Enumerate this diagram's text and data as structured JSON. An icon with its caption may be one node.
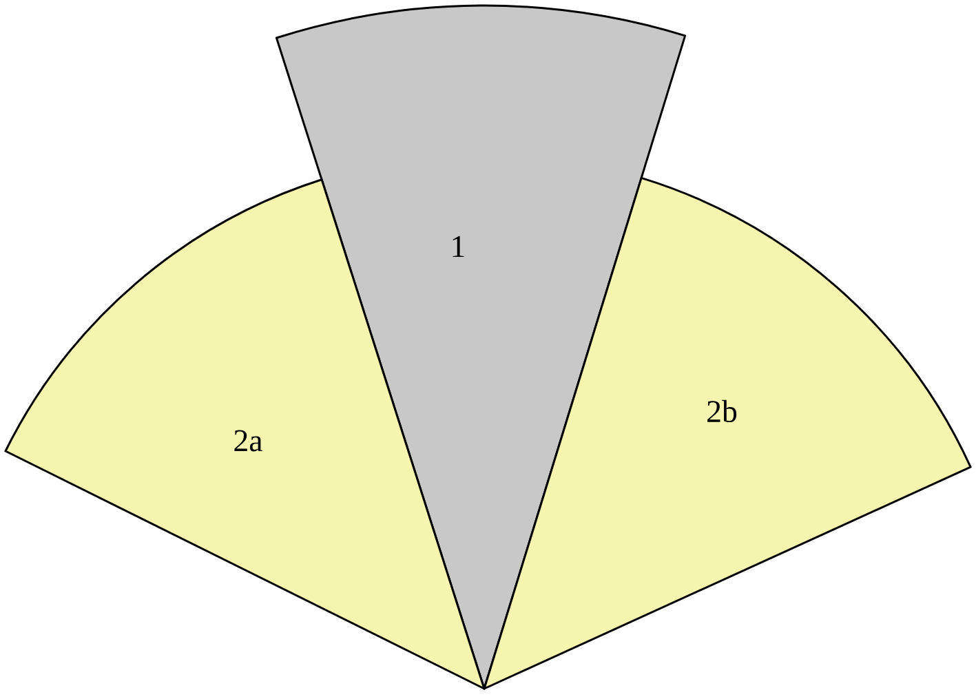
{
  "diagram": {
    "nodes": [
      {
        "text": [
          "1"
        ]
      },
      {
        "text": [
          "2a"
        ]
      },
      {
        "text": [
          "2b"
        ]
      }
    ]
  }
}
